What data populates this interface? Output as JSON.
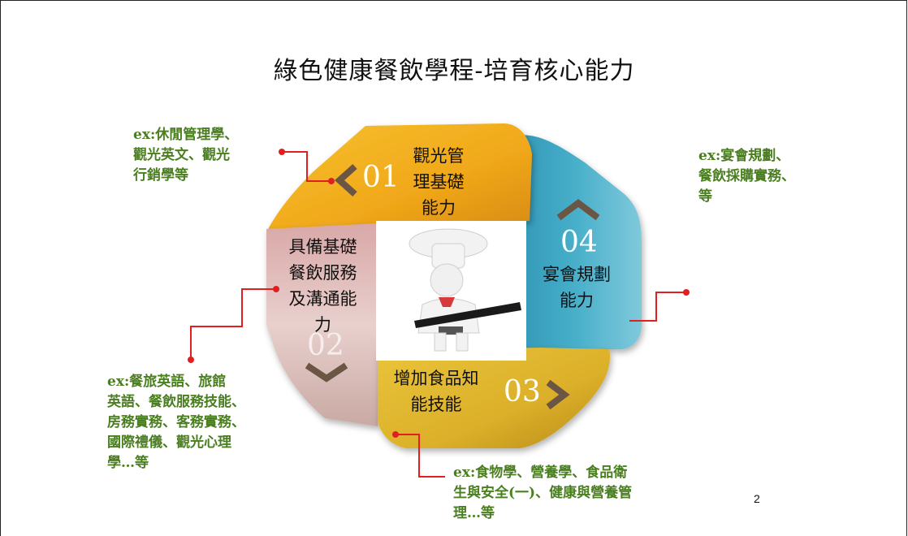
{
  "title": "綠色健康餐飲學程-培育核心能力",
  "page_number": "2",
  "segments": [
    {
      "number": "01",
      "label_lines": [
        "觀光管",
        "理基礎",
        "能力"
      ]
    },
    {
      "number": "02",
      "label_lines": [
        "具備基礎",
        "餐飲服務",
        "及溝通能",
        "力"
      ]
    },
    {
      "number": "03",
      "label_lines": [
        "增加食品知",
        "能技能"
      ]
    },
    {
      "number": "04",
      "label_lines": [
        "宴會規劃",
        "能力"
      ]
    }
  ],
  "examples": {
    "top_left": [
      "ex:休閒管理學、",
      "觀光英文、觀光",
      "行銷學等"
    ],
    "top_right": [
      "ex:宴會規劃、",
      "餐飲採購實務、",
      "等"
    ],
    "bottom_left": [
      "ex:餐旅英語、旅館",
      "英語、餐飲服務技能、",
      "房務實務、客務實務、",
      "國際禮儀、觀光心理",
      "學…等"
    ],
    "bottom_right": [
      "ex:食物學、營養學、食品衛",
      "生與安全(一)、健康與營養管",
      "理…等"
    ]
  },
  "colors": {
    "segment_01": "#f0a81a",
    "segment_02": "#e3c7c3",
    "segment_03": "#e3ba2b",
    "segment_04": "#46aec9",
    "chevron": "#6b5646",
    "connector": "#e02020",
    "example_text": "#4a7f1f"
  },
  "icons": [
    "chef-figure-icon",
    "chevron-left-icon",
    "chevron-up-icon",
    "chevron-right-icon",
    "chevron-down-icon"
  ]
}
